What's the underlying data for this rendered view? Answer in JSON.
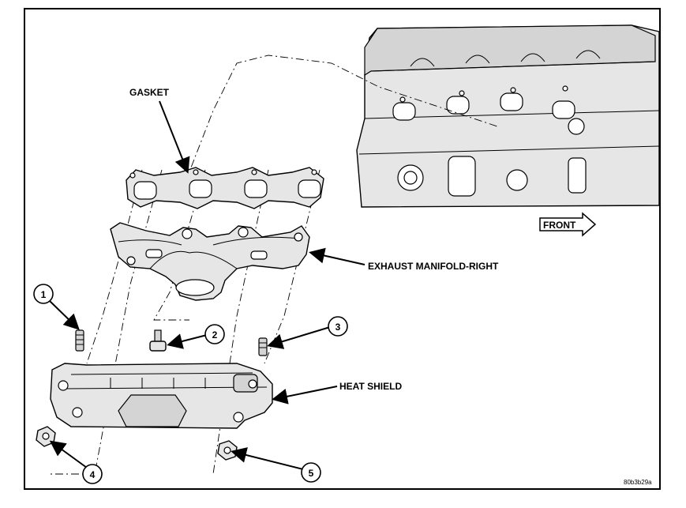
{
  "labels": {
    "gasket": "GASKET",
    "exhaust_manifold": "EXHAUST MANIFOLD-RIGHT",
    "heat_shield": "HEAT SHIELD",
    "front": "FRONT"
  },
  "callouts": [
    "1",
    "2",
    "3",
    "4",
    "5"
  ],
  "figure_code": "80b3b29a",
  "colors": {
    "line": "#000000",
    "fill_light": "#e6e6e6",
    "fill_dark": "#d4d4d4",
    "background": "#ffffff"
  }
}
